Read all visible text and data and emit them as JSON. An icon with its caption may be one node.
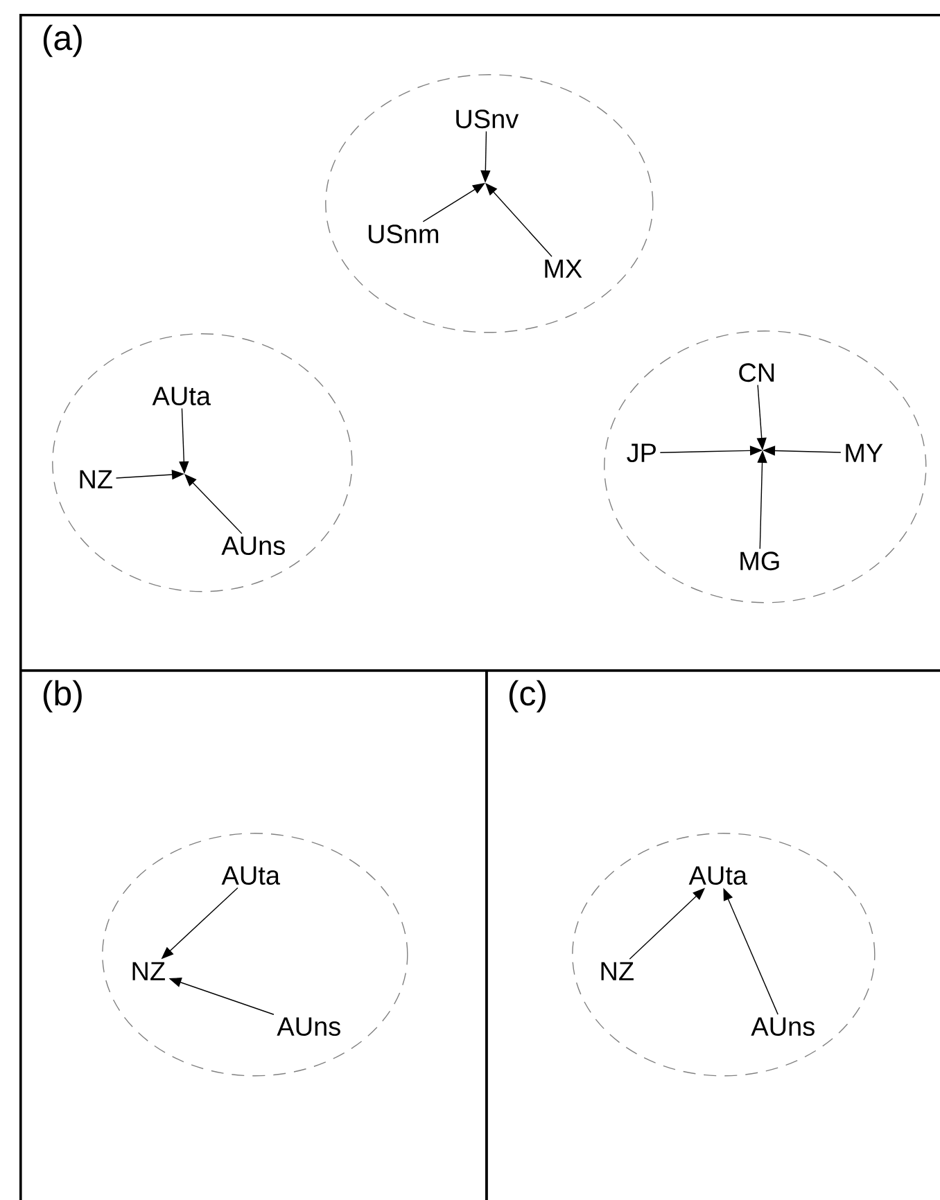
{
  "diagram": {
    "nodes": [
      {
        "text": [
          "(a)"
        ]
      },
      {
        "text": [],
        "shape": "circle",
        "in": 0
      },
      {
        "text": [
          "USnv"
        ],
        "in": 1
      },
      {
        "text": [
          "USnm"
        ],
        "in": 1
      },
      {
        "text": [
          "MX"
        ],
        "in": 1
      },
      {
        "text": [],
        "shape": "circle",
        "in": 0
      },
      {
        "text": [
          "AUta"
        ],
        "in": 5
      },
      {
        "text": [
          "NZ"
        ],
        "in": 5
      },
      {
        "text": [
          "AUns"
        ],
        "in": 5
      },
      {
        "text": [],
        "shape": "circle",
        "in": 0
      },
      {
        "text": [
          "CN"
        ],
        "in": 9
      },
      {
        "text": [
          "JP"
        ],
        "in": 9
      },
      {
        "text": [
          "MY"
        ],
        "in": 9
      },
      {
        "text": [
          "MG"
        ],
        "in": 9
      },
      {
        "text": [
          "(b)"
        ]
      },
      {
        "text": [],
        "shape": "circle",
        "in": 14
      },
      {
        "text": [
          "AUta"
        ],
        "in": 15
      },
      {
        "text": [
          "NZ"
        ],
        "in": 15
      },
      {
        "text": [
          "AUns"
        ],
        "in": 15
      },
      {
        "text": [
          "(c)"
        ]
      },
      {
        "text": [],
        "shape": "circle",
        "in": 19
      },
      {
        "text": [
          "AUta"
        ],
        "in": 20
      },
      {
        "text": [
          "NZ"
        ],
        "in": 20
      },
      {
        "text": [
          "AUns"
        ],
        "in": 20
      }
    ],
    "edges": [
      {
        "from": 2,
        "to": null,
        "arrow": "to"
      },
      {
        "from": 3,
        "to": null,
        "arrow": "to"
      },
      {
        "from": 4,
        "to": null,
        "arrow": "to"
      },
      {
        "from": 6,
        "to": null,
        "arrow": "to"
      },
      {
        "from": 7,
        "to": null,
        "arrow": "to"
      },
      {
        "from": 8,
        "to": null,
        "arrow": "to"
      },
      {
        "from": 10,
        "to": null,
        "arrow": "to"
      },
      {
        "from": 11,
        "to": null,
        "arrow": "to"
      },
      {
        "from": 12,
        "to": null,
        "arrow": "to"
      },
      {
        "from": 13,
        "to": null,
        "arrow": "to"
      },
      {
        "from": 16,
        "to": 17,
        "arrow": "to"
      },
      {
        "from": 18,
        "to": 17,
        "arrow": "to"
      },
      {
        "from": 22,
        "to": 21,
        "arrow": "to"
      },
      {
        "from": 23,
        "to": 21,
        "arrow": "to"
      }
    ]
  }
}
